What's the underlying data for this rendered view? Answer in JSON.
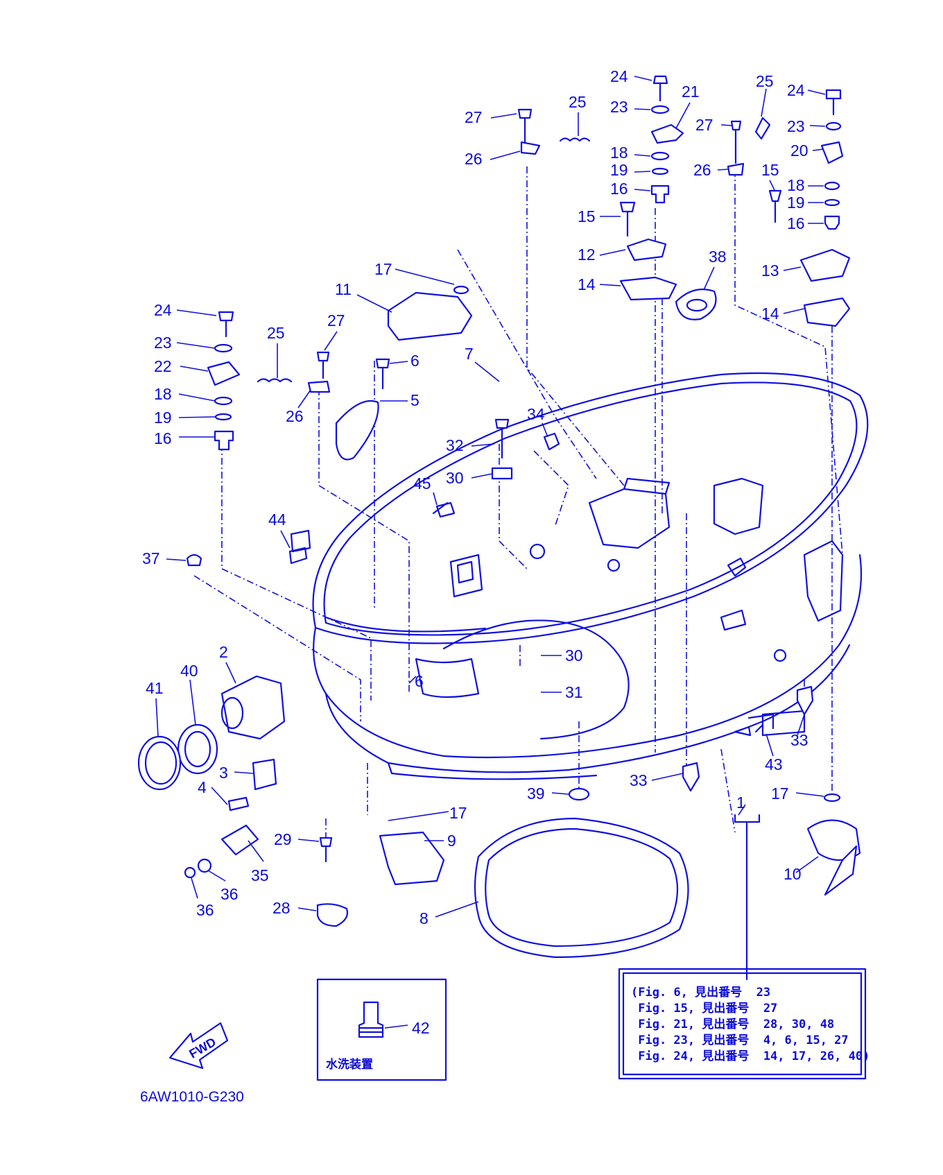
{
  "diagram": {
    "drawing_code": "6AW1010-G230",
    "fwd_label": "FWD",
    "wash_inset_label": "水洗装置",
    "wash_inset_callout": "42",
    "reference_lines": [
      "(Fig. 6, 見出番号  23",
      " Fig. 15, 見出番号  27",
      " Fig. 21, 見出番号  28, 30, 48",
      " Fig. 23, 見出番号  4, 6, 15, 27",
      " Fig. 24, 見出番号  14, 17, 26, 40)"
    ],
    "callouts": [
      {
        "id": "c24a",
        "label": "24"
      },
      {
        "id": "c23a",
        "label": "23"
      },
      {
        "id": "c21",
        "label": "21"
      },
      {
        "id": "c27a",
        "label": "27"
      },
      {
        "id": "c25a",
        "label": "25"
      },
      {
        "id": "c26a",
        "label": "26"
      },
      {
        "id": "c18a",
        "label": "18"
      },
      {
        "id": "c19a",
        "label": "19"
      },
      {
        "id": "c16a",
        "label": "16"
      },
      {
        "id": "c15a",
        "label": "15"
      },
      {
        "id": "c12",
        "label": "12"
      },
      {
        "id": "c14a",
        "label": "14"
      },
      {
        "id": "c25b",
        "label": "25"
      },
      {
        "id": "c24b",
        "label": "24"
      },
      {
        "id": "c23b",
        "label": "23"
      },
      {
        "id": "c27b",
        "label": "27"
      },
      {
        "id": "c20",
        "label": "20"
      },
      {
        "id": "c26b",
        "label": "26"
      },
      {
        "id": "c15b",
        "label": "15"
      },
      {
        "id": "c18b",
        "label": "18"
      },
      {
        "id": "c19b",
        "label": "19"
      },
      {
        "id": "c16b",
        "label": "16"
      },
      {
        "id": "c13",
        "label": "13"
      },
      {
        "id": "c14b",
        "label": "14"
      },
      {
        "id": "c38",
        "label": "38"
      },
      {
        "id": "c17a",
        "label": "17"
      },
      {
        "id": "c11",
        "label": "11"
      },
      {
        "id": "c24c",
        "label": "24"
      },
      {
        "id": "c23c",
        "label": "23"
      },
      {
        "id": "c22",
        "label": "22"
      },
      {
        "id": "c18c",
        "label": "18"
      },
      {
        "id": "c19c",
        "label": "19"
      },
      {
        "id": "c16c",
        "label": "16"
      },
      {
        "id": "c25c",
        "label": "25"
      },
      {
        "id": "c27c",
        "label": "27"
      },
      {
        "id": "c26c",
        "label": "26"
      },
      {
        "id": "c6a",
        "label": "6"
      },
      {
        "id": "c5",
        "label": "5"
      },
      {
        "id": "c7",
        "label": "7"
      },
      {
        "id": "c34",
        "label": "34"
      },
      {
        "id": "c32",
        "label": "32"
      },
      {
        "id": "c30a",
        "label": "30"
      },
      {
        "id": "c45",
        "label": "45"
      },
      {
        "id": "c44",
        "label": "44"
      },
      {
        "id": "c37",
        "label": "37"
      },
      {
        "id": "c2",
        "label": "2"
      },
      {
        "id": "c40",
        "label": "40"
      },
      {
        "id": "c41",
        "label": "41"
      },
      {
        "id": "c3",
        "label": "3"
      },
      {
        "id": "c4",
        "label": "4"
      },
      {
        "id": "c30b",
        "label": "30"
      },
      {
        "id": "c31",
        "label": "31"
      },
      {
        "id": "c6b",
        "label": "6"
      },
      {
        "id": "c33a",
        "label": "33"
      },
      {
        "id": "c43",
        "label": "43"
      },
      {
        "id": "c33b",
        "label": "33"
      },
      {
        "id": "c1",
        "label": "1"
      },
      {
        "id": "c17b",
        "label": "17"
      },
      {
        "id": "c17c",
        "label": "17"
      },
      {
        "id": "c39",
        "label": "39"
      },
      {
        "id": "c29",
        "label": "29"
      },
      {
        "id": "c9",
        "label": "9"
      },
      {
        "id": "c35",
        "label": "35"
      },
      {
        "id": "c36a",
        "label": "36"
      },
      {
        "id": "c36b",
        "label": "36"
      },
      {
        "id": "c28",
        "label": "28"
      },
      {
        "id": "c8",
        "label": "8"
      },
      {
        "id": "c10",
        "label": "10"
      }
    ]
  }
}
